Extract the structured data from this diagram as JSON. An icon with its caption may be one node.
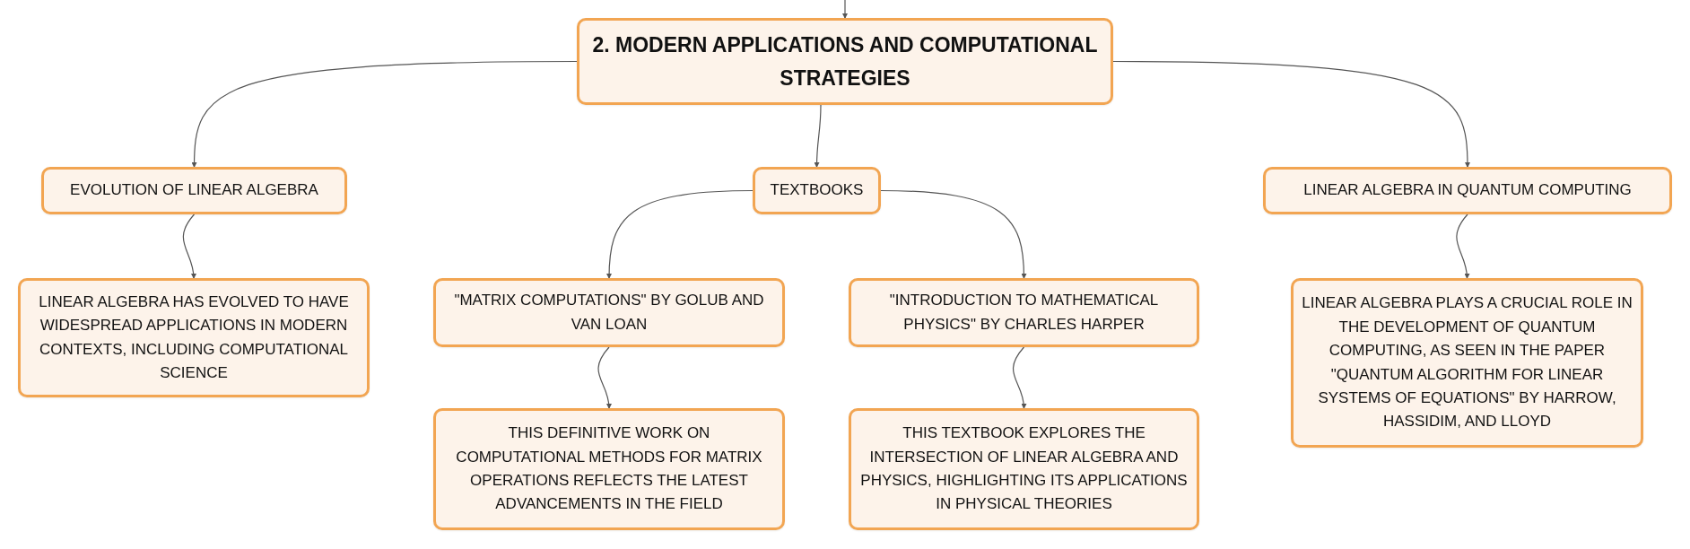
{
  "diagram": {
    "nodes": [
      {
        "text": [
          "2. MODERN APPLICATIONS AND COMPUTATIONAL STRATEGIES"
        ]
      },
      {
        "text": [
          "EVOLUTION OF LINEAR ALGEBRA"
        ]
      },
      {
        "text": [
          "TEXTBOOKS"
        ]
      },
      {
        "text": [
          "LINEAR ALGEBRA IN QUANTUM COMPUTING"
        ]
      },
      {
        "text": [
          "LINEAR ALGEBRA HAS EVOLVED TO HAVE WIDESPREAD APPLICATIONS IN MODERN CONTEXTS, INCLUDING COMPUTATIONAL SCIENCE"
        ]
      },
      {
        "text": [
          "\"MATRIX COMPUTATIONS\" BY GOLUB AND VAN LOAN"
        ]
      },
      {
        "text": [
          "\"INTRODUCTION TO MATHEMATICAL PHYSICS\" BY CHARLES HARPER"
        ]
      },
      {
        "text": [
          "LINEAR ALGEBRA PLAYS A CRUCIAL ROLE IN THE DEVELOPMENT OF QUANTUM COMPUTING, AS SEEN IN THE PAPER \"QUANTUM ALGORITHM FOR LINEAR SYSTEMS OF EQUATIONS\" BY HARROW, HASSIDIM, AND LLOYD"
        ]
      },
      {
        "text": [
          "THIS DEFINITIVE WORK ON COMPUTATIONAL METHODS FOR MATRIX OPERATIONS REFLECTS THE LATEST ADVANCEMENTS IN THE FIELD"
        ]
      },
      {
        "text": [
          "THIS TEXTBOOK EXPLORES THE INTERSECTION OF LINEAR ALGEBRA AND PHYSICS, HIGHLIGHTING ITS APPLICATIONS IN PHYSICAL THEORIES"
        ]
      }
    ],
    "edges": [
      {
        "from": null,
        "to": 0,
        "arrow": "to"
      },
      {
        "from": 0,
        "to": 1,
        "arrow": "to"
      },
      {
        "from": 0,
        "to": 2,
        "arrow": "to"
      },
      {
        "from": 0,
        "to": 3,
        "arrow": "to"
      },
      {
        "from": 1,
        "to": 4,
        "arrow": "to"
      },
      {
        "from": 2,
        "to": 5,
        "arrow": "to"
      },
      {
        "from": 2,
        "to": 6,
        "arrow": "to"
      },
      {
        "from": 3,
        "to": 7,
        "arrow": "to"
      },
      {
        "from": 5,
        "to": 8,
        "arrow": "to"
      },
      {
        "from": 6,
        "to": 9,
        "arrow": "to"
      }
    ]
  }
}
